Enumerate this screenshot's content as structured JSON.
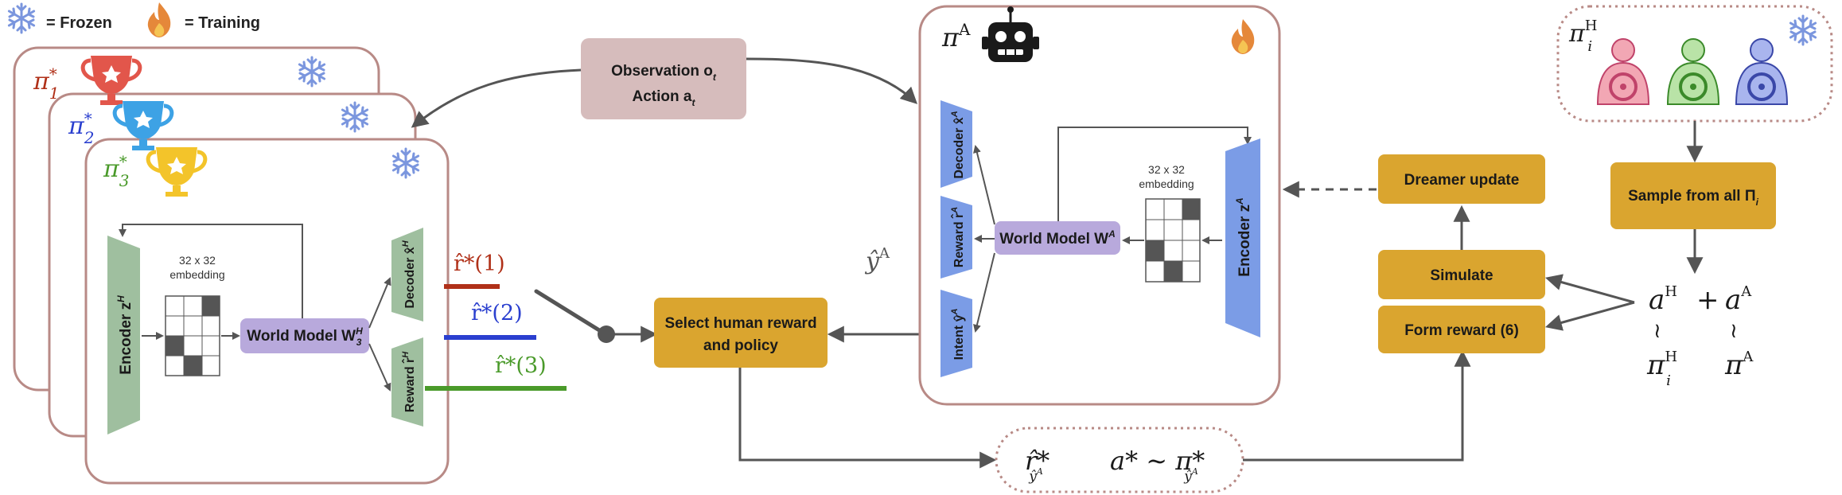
{
  "legend": {
    "frozen_label": "= Frozen",
    "training_label": "= Training"
  },
  "human_models": {
    "policy_labels": [
      "π",
      "π",
      "π"
    ],
    "policy_subscripts": [
      "1",
      "2",
      "3"
    ],
    "encoder_label": "Encoder z",
    "encoder_sup": "H",
    "embedding_label_1": "32 x 32",
    "embedding_label_2": "embedding",
    "world_model_label": "World Model W",
    "world_model_sub": "3",
    "world_model_sup": "H",
    "decoder_label": "Decoder x̂",
    "decoder_sup": "H",
    "reward_label": "Reward r̂",
    "reward_sup": "H"
  },
  "reward_outputs": [
    "r̂*(1)",
    "r̂*(2)",
    "r̂*(3)"
  ],
  "observation": {
    "line1": "Observation o",
    "line1_sub": "t",
    "line2": "Action a",
    "line2_sub": "t"
  },
  "agent": {
    "policy_label": "π",
    "policy_sup": "A",
    "encoder_label": "Encoder z",
    "encoder_sup": "A",
    "embedding_label_1": "32 x 32",
    "embedding_label_2": "embedding",
    "world_model_label": "World Model W",
    "world_model_sup": "A",
    "decoder_label": "Decoder x̂",
    "decoder_sup": "A",
    "reward_label": "Reward r̂",
    "reward_sup": "A",
    "intent_label": "Intent ŷ",
    "intent_sup": "A",
    "intent_estimate": "ŷ",
    "intent_estimate_sup": "A"
  },
  "select_box": {
    "line1": "Select human reward",
    "line2": "and policy"
  },
  "bottom_formula": {
    "reward_expr": "r̂*",
    "reward_sub": "ŷ",
    "reward_sub_sup": "A",
    "action_expr": "a* ∼ π*",
    "action_sub": "ŷ",
    "action_sub_sup": "A"
  },
  "right_panel": {
    "dreamer_update": "Dreamer update",
    "simulate": "Simulate",
    "form_reward": "Form reward (6)",
    "sample_from": "Sample from all Π",
    "sample_sub": "i",
    "human_policy": "π",
    "human_policy_sub": "i",
    "human_policy_sup": "H",
    "action_h": "a",
    "action_h_sup": "H",
    "plus": "+",
    "action_a": "a",
    "action_a_sup": "A",
    "tilde": "≀",
    "pi_h": "π",
    "pi_h_sub": "i",
    "pi_h_sup": "H",
    "pi_a": "π",
    "pi_a_sup": "A"
  },
  "colors": {
    "green_block": "#9fbf9f",
    "blue_block": "#7b9ce6",
    "purple_block": "#b8a9dc",
    "gold_box": "#daa52f",
    "pink_box": "#d6bcbc",
    "frame_stroke": "#b88a86",
    "red": "#b03018",
    "blue": "#2a3fcf",
    "green": "#4a9a2a",
    "snowflake": "#7b96de"
  }
}
